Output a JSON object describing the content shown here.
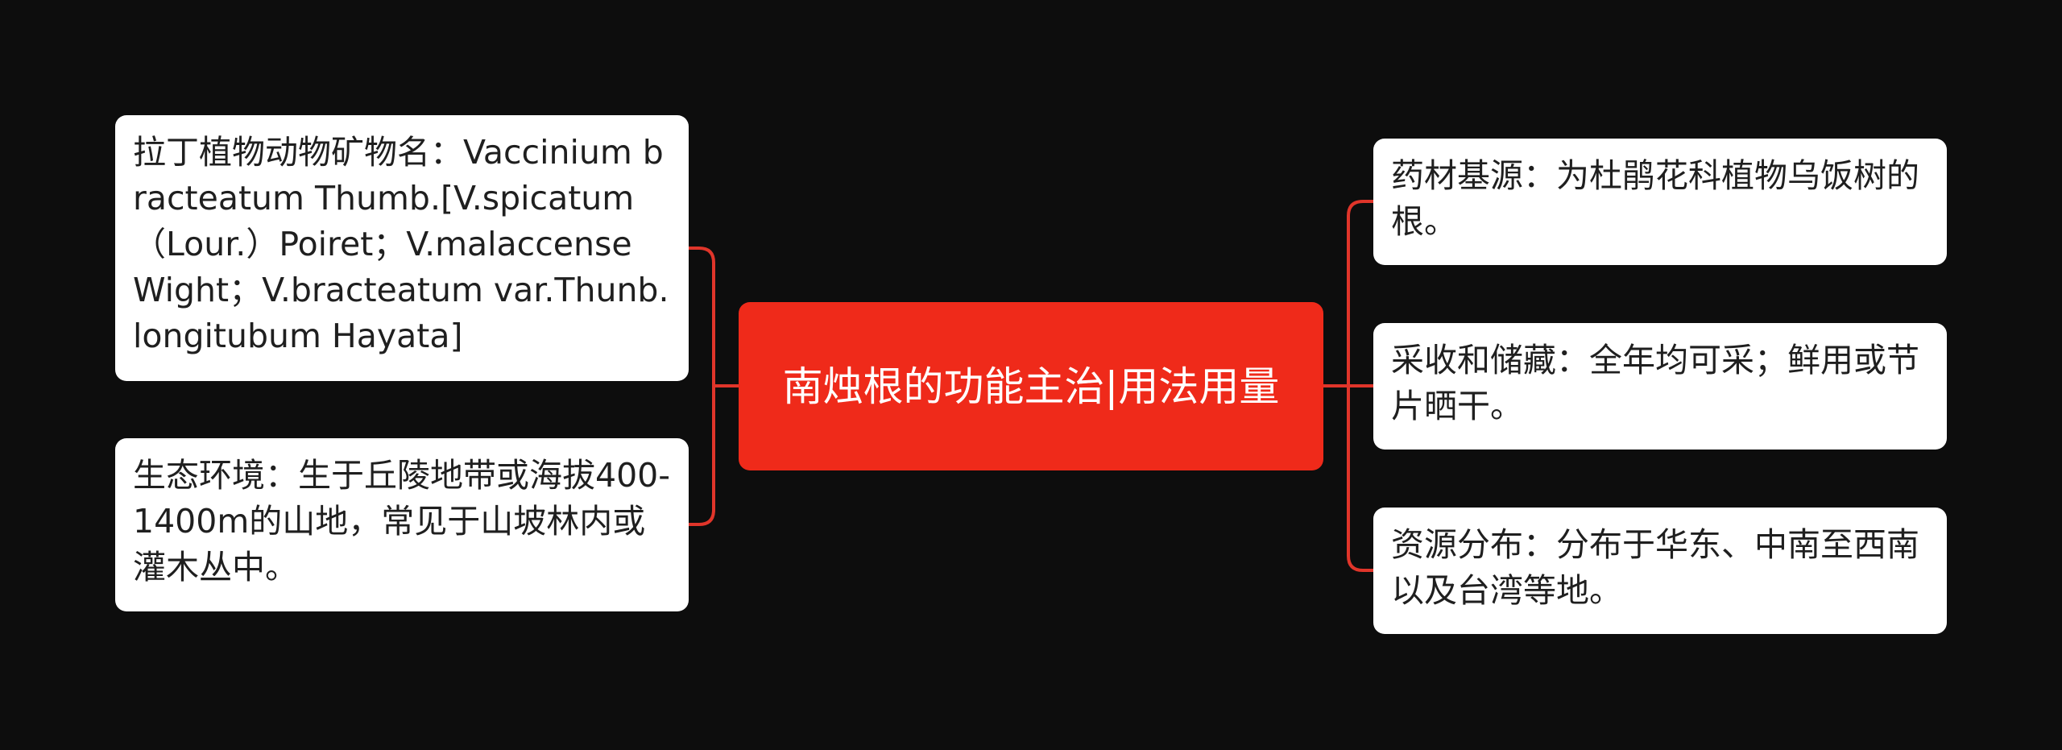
{
  "colors": {
    "background": "#0d0d0d",
    "connector": "#e0352a",
    "center_fill": "#ef2a1a",
    "node_fill": "#ffffff",
    "node_text": "#1f1f1f"
  },
  "center": {
    "title": "南烛根的功能主治|用法用量"
  },
  "left_nodes": [
    {
      "text": "拉丁植物动物矿物名：Vaccinium bracteatum Thumb.[V.spicatum（Lour.）Poiret；V.malaccense Wight；V.bracteatum var.Thunb.longitubum Hayata]"
    },
    {
      "text": "生态环境：生于丘陵地带或海拔400-1400m的山地，常见于山坡林内或灌木丛中。"
    }
  ],
  "right_nodes": [
    {
      "text": "药材基源：为杜鹃花科植物乌饭树的根。"
    },
    {
      "text": "采收和储藏：全年均可采；鲜用或节片晒干。"
    },
    {
      "text": "资源分布：分布于华东、中南至西南以及台湾等地。"
    }
  ]
}
